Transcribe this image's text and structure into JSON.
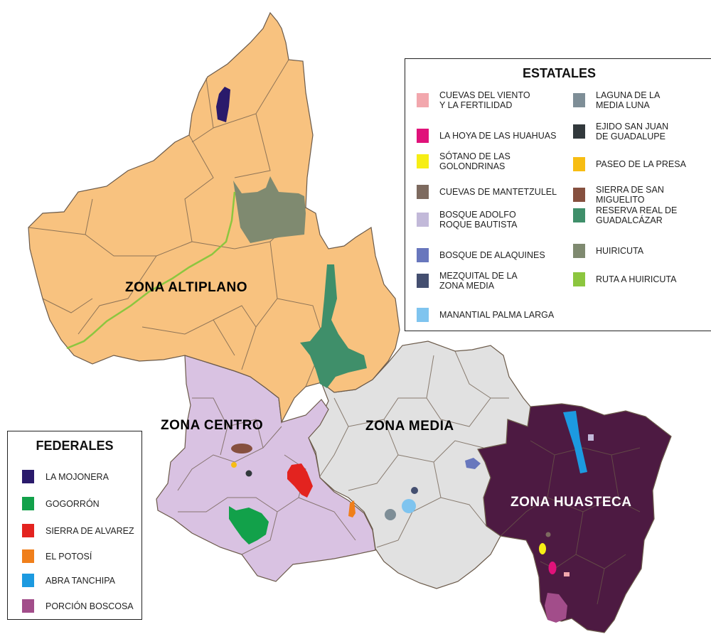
{
  "zones": {
    "altiplano": "ZONA ALTIPLANO",
    "centro": "ZONA CENTRO",
    "media": "ZONA MEDIA",
    "huasteca": "ZONA HUASTECA"
  },
  "colors": {
    "altiplano": "#f8c27f",
    "centro": "#d9c2e2",
    "media": "#e1e1e1",
    "huasteca": "#4d1a42",
    "border": "#6b5a4a"
  },
  "estatales": {
    "title": "ESTATALES",
    "items": [
      {
        "label": "CUEVAS DEL VIENTO",
        "label2": "Y LA FERTILIDAD",
        "color": "#f2a7ad"
      },
      {
        "label": "LA HOYA DE LAS HUAHUAS",
        "label2": "",
        "color": "#e0127a"
      },
      {
        "label": "SÓTANO DE LAS",
        "label2": "GOLONDRINAS",
        "color": "#f6ee15"
      },
      {
        "label": "CUEVAS DE MANTETZULEL",
        "label2": "",
        "color": "#7d6a5f"
      },
      {
        "label": "BOSQUE ADOLFO",
        "label2": "ROQUE BAUTISTA",
        "color": "#c2b9d9"
      },
      {
        "label": "BOSQUE DE ALAQUINES",
        "label2": "",
        "color": "#6877bd"
      },
      {
        "label": "MEZQUITAL DE LA",
        "label2": "ZONA MEDIA",
        "color": "#444f70"
      },
      {
        "label": "MANANTIAL PALMA LARGA",
        "label2": "",
        "color": "#7fc4ef"
      },
      {
        "label": "LAGUNA DE LA",
        "label2": "MEDIA LUNA",
        "color": "#7e8e97"
      },
      {
        "label": "EJIDO SAN JUAN",
        "label2": "DE GUADALUPE",
        "color": "#32393c"
      },
      {
        "label": "PASEO DE LA PRESA",
        "label2": "",
        "color": "#f7bd13"
      },
      {
        "label": "SIERRA DE SAN MIGUELITO",
        "label2": "",
        "color": "#86503f"
      },
      {
        "label": "RESERVA REAL DE",
        "label2": "GUADALCÁZAR",
        "color": "#3f8f6a"
      },
      {
        "label": "HUIRICUTA",
        "label2": "",
        "color": "#7f8a70"
      },
      {
        "label": "RUTA A HUIRICUTA",
        "label2": "",
        "color": "#8cc63f"
      }
    ]
  },
  "federales": {
    "title": "FEDERALES",
    "items": [
      {
        "label": "LA MOJONERA",
        "color": "#2a1a6b"
      },
      {
        "label": "GOGORRÓN",
        "color": "#12a14a"
      },
      {
        "label": "SIERRA DE ALVAREZ",
        "color": "#e3231f"
      },
      {
        "label": "EL POTOSÍ",
        "color": "#f07f1b"
      },
      {
        "label": "ABRA TANCHIPA",
        "color": "#1c9ae0"
      },
      {
        "label": "PORCIÓN BOSCOSA",
        "color": "#a24d8a"
      }
    ]
  }
}
